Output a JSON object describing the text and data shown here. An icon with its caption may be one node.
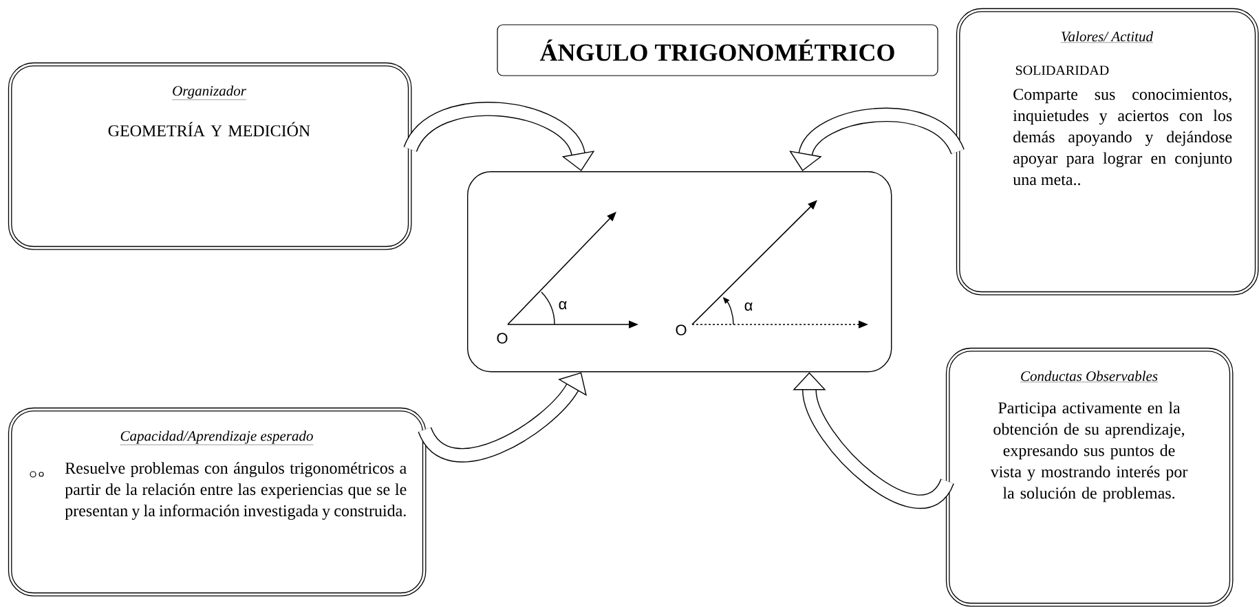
{
  "diagram": {
    "title": "ÁNGULO TRIGONOMÉTRICO",
    "nodes": [
      {
        "text": [
          "Organizador",
          "GEOMETRÍA Y MEDICIÓN"
        ]
      },
      {
        "text": [
          "Valores/ Actitud",
          "SOLIDARIDAD",
          "Comparte sus conocimientos, inquietudes y aciertos con los demás apoyando y dejándose apoyar para lograr en conjunto una meta.."
        ]
      },
      {
        "text": [],
        "shape": "box"
      },
      {
        "text": [
          "Capacidad/Aprendizaje esperado",
          "Resuelve problemas con ángulos trigonométricos a partir de la relación entre las experiencias que se le presentan y la información investigada y construida."
        ]
      },
      {
        "text": [
          "Conductas Observables",
          "Participa activamente en la obtención de su aprendizaje, expresando sus puntos de vista y mostrando interés por la solución de problemas."
        ]
      }
    ],
    "edges": [
      {
        "from": 0,
        "to": 2,
        "arrow": "to"
      },
      {
        "from": 1,
        "to": 2,
        "arrow": "to"
      },
      {
        "from": 3,
        "to": 2,
        "arrow": "to"
      },
      {
        "from": 4,
        "to": 2,
        "arrow": "to"
      }
    ],
    "labels": [
      "O",
      "α",
      "O",
      "α"
    ]
  }
}
